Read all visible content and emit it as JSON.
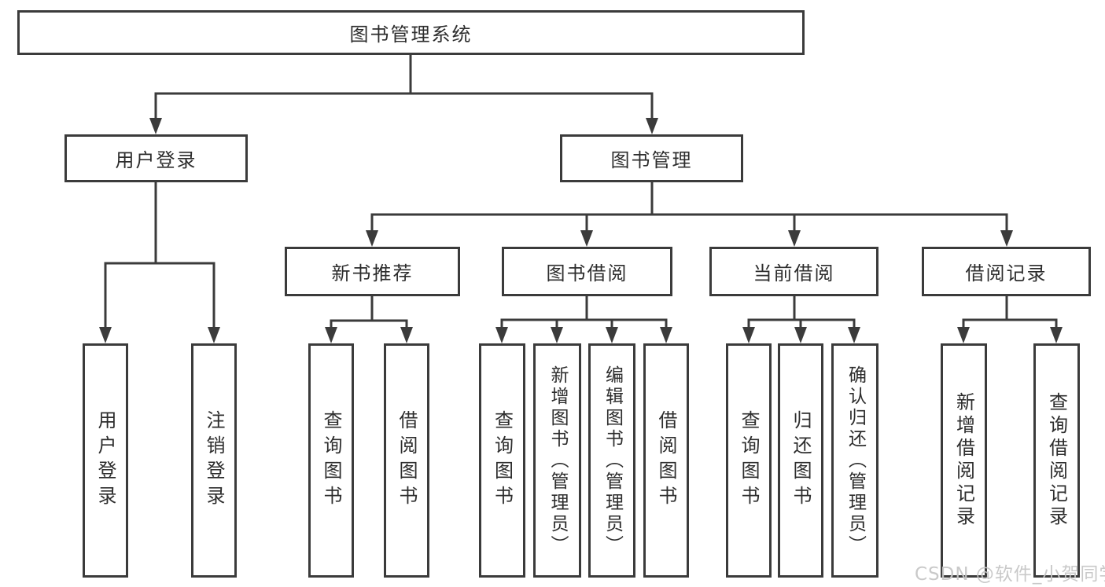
{
  "diagram": {
    "type": "hierarchy-tree",
    "title": "图书管理系统",
    "colors": {
      "line": "#3b3b3b",
      "text": "#2d2d2d",
      "box_fill": "#ffffff",
      "background": "#ffffff",
      "watermark": "#c6c6c6"
    },
    "watermark": "CSDN @软件_小贺同学",
    "nodes": {
      "root": {
        "label": "图书管理系统"
      },
      "user_login": {
        "label": "用户登录"
      },
      "book_mgmt": {
        "label": "图书管理"
      },
      "new_book_rec": {
        "label": "新书推荐"
      },
      "book_borrow": {
        "label": "图书借阅"
      },
      "current_borrow": {
        "label": "当前借阅"
      },
      "borrow_record": {
        "label": "借阅记录"
      },
      "leaf_user_login": {
        "label": "用户登录"
      },
      "leaf_logout": {
        "label": "注销登录"
      },
      "leaf_nb_query": {
        "label": "查询图书"
      },
      "leaf_nb_borrow": {
        "label": "借阅图书"
      },
      "leaf_bb_query": {
        "label": "查询图书"
      },
      "leaf_bb_add": {
        "label": "新增图书（管理员）"
      },
      "leaf_bb_edit": {
        "label": "编辑图书（管理员）"
      },
      "leaf_bb_borrow": {
        "label": "借阅图书"
      },
      "leaf_cb_query": {
        "label": "查询图书"
      },
      "leaf_cb_return": {
        "label": "归还图书"
      },
      "leaf_cb_confirm": {
        "label": "确认归还（管理员）"
      },
      "leaf_br_add": {
        "label": "新增借阅记录"
      },
      "leaf_br_query": {
        "label": "查询借阅记录"
      }
    },
    "hierarchy": {
      "图书管理系统": [
        "用户登录",
        "图书管理"
      ],
      "用户登录": [
        "用户登录",
        "注销登录"
      ],
      "图书管理": [
        "新书推荐",
        "图书借阅",
        "当前借阅",
        "借阅记录"
      ],
      "新书推荐": [
        "查询图书",
        "借阅图书"
      ],
      "图书借阅": [
        "查询图书",
        "新增图书（管理员）",
        "编辑图书（管理员）",
        "借阅图书"
      ],
      "当前借阅": [
        "查询图书",
        "归还图书",
        "确认归还（管理员）"
      ],
      "借阅记录": [
        "新增借阅记录",
        "查询借阅记录"
      ]
    }
  }
}
